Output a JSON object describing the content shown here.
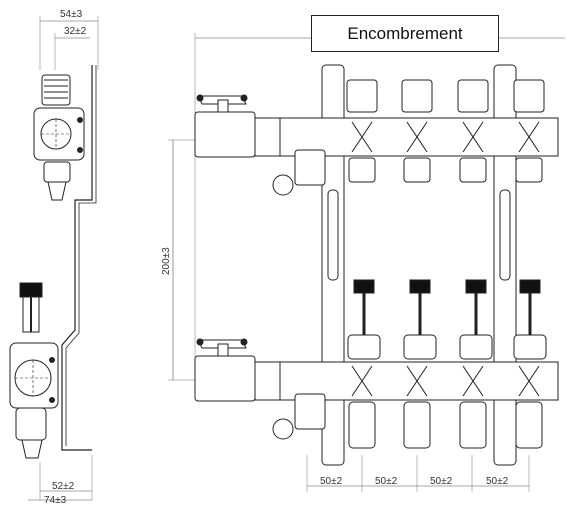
{
  "title": "Encombrement",
  "side_view": {
    "width_top": "54±3",
    "offset_top": "32±2",
    "offset_bottom": "52±2",
    "width_bottom": "74±3"
  },
  "front_view": {
    "height": "200±3",
    "spacing": [
      "50±2",
      "50±2",
      "50±2",
      "50±2"
    ]
  }
}
